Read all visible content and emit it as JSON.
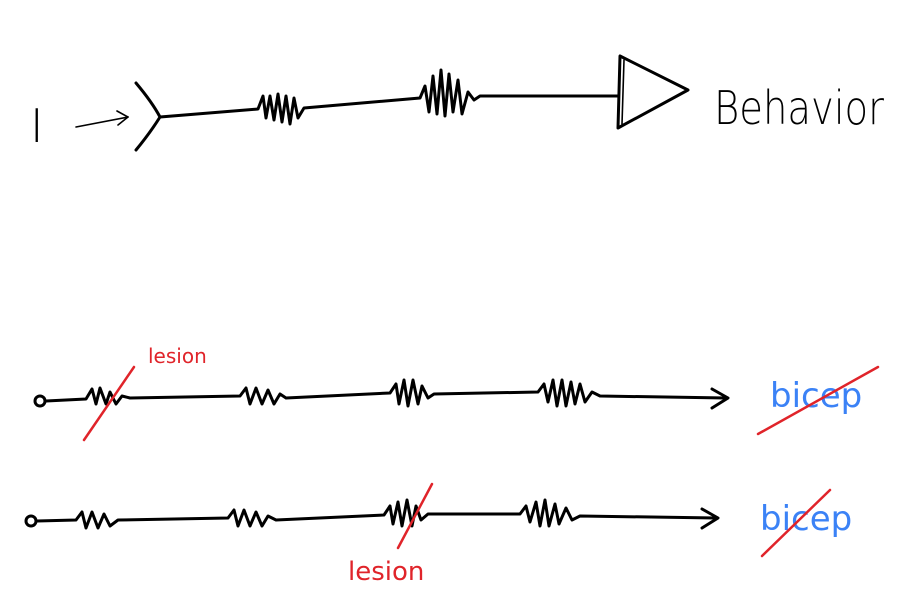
{
  "diagram": {
    "top": {
      "input_label": "I",
      "output_label": "Behavior"
    },
    "rows": [
      {
        "lesion_label": "lesion",
        "target_label": "bicep",
        "target_crossed_out": true
      },
      {
        "lesion_label": "lesion",
        "target_label": "bicep",
        "target_crossed_out": true
      }
    ],
    "colors": {
      "ink": "#000000",
      "lesion": "#e0242a",
      "target": "#3b82f6"
    }
  }
}
